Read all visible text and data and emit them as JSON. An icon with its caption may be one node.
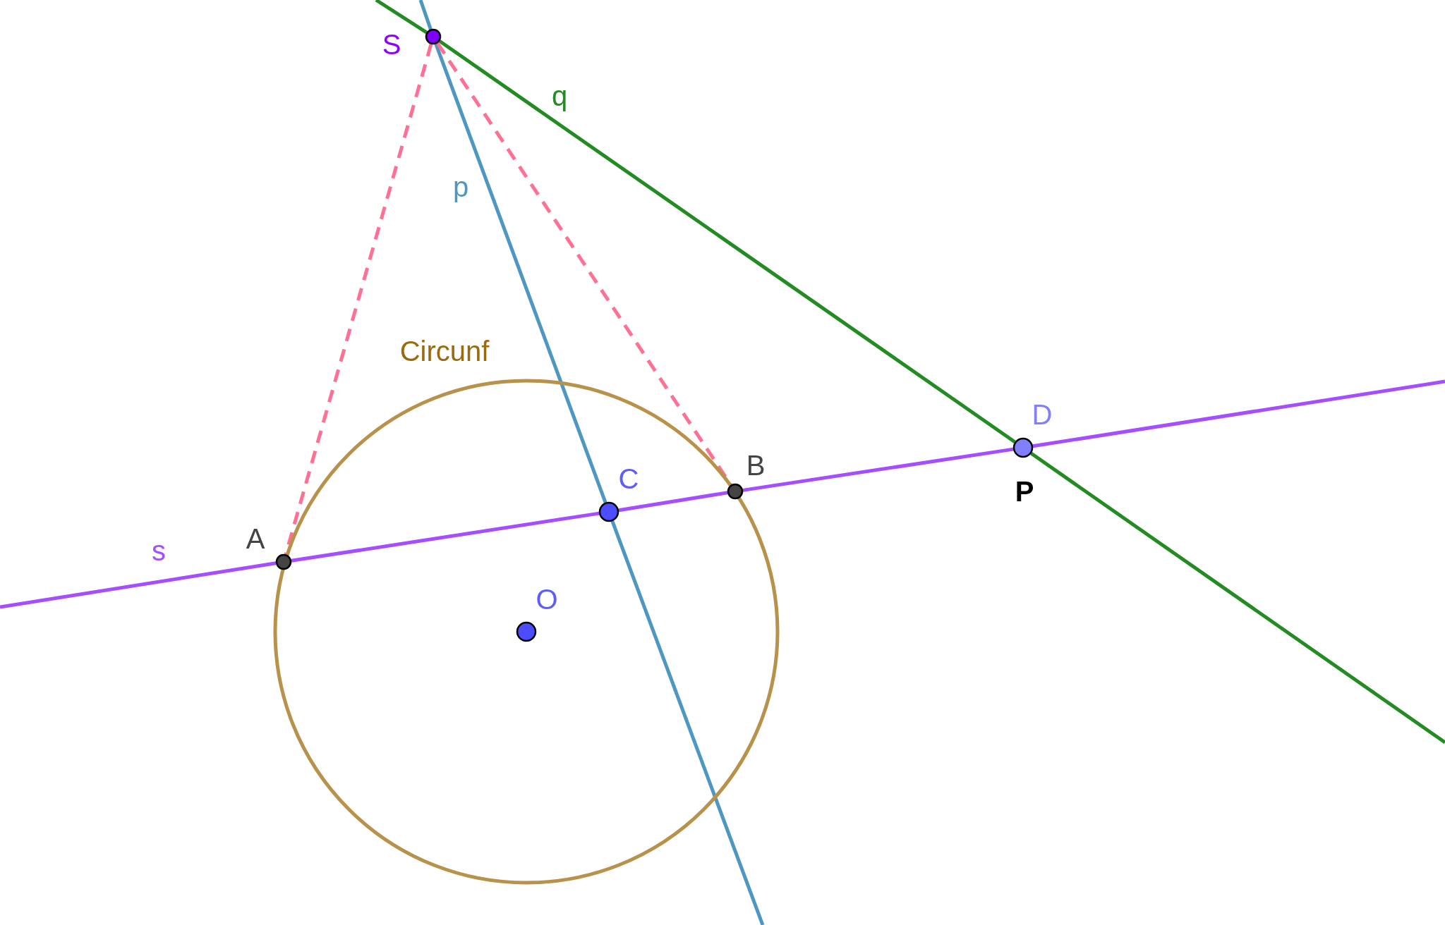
{
  "diagram": {
    "nodes": [
      {
        "text": [
          "S"
        ]
      },
      {
        "text": [
          "Circunf"
        ]
      },
      {
        "text": [
          "B"
        ]
      },
      {
        "text": [
          "C"
        ],
        "in": 1
      },
      {
        "text": [
          "D"
        ],
        "beside": [
          "P"
        ]
      },
      {
        "text": [
          "A"
        ]
      },
      {
        "text": [
          "O"
        ],
        "in": 1
      }
    ],
    "edges": [
      {
        "from": null,
        "to": 0,
        "arrow": "none",
        "color": "#228b22"
      },
      {
        "from": 0,
        "to": 4,
        "arrow": "none",
        "label": "q",
        "color": "#228b22"
      },
      {
        "from": 4,
        "to": null,
        "arrow": "none",
        "color": "#228b22"
      },
      {
        "from": null,
        "to": 0,
        "arrow": "none",
        "color": "#4f97c3"
      },
      {
        "from": 0,
        "to": 3,
        "arrow": "none",
        "label": "p",
        "color": "#4f97c3"
      },
      {
        "from": 3,
        "to": null,
        "arrow": "none",
        "color": "#4f97c3"
      },
      {
        "from": null,
        "to": 5,
        "arrow": "none",
        "label": "s",
        "color": "#a64dff"
      },
      {
        "from": 5,
        "to": 3,
        "arrow": "none",
        "color": "#a64dff"
      },
      {
        "from": 3,
        "to": 2,
        "arrow": "none",
        "color": "#a64dff"
      },
      {
        "from": 2,
        "to": 4,
        "arrow": "none",
        "color": "#a64dff"
      },
      {
        "from": 4,
        "to": null,
        "arrow": "none",
        "color": "#a64dff"
      },
      {
        "from": 0,
        "to": 5,
        "arrow": "none",
        "style": "dashed",
        "color": "#ff7094"
      },
      {
        "from": 0,
        "to": 2,
        "arrow": "none",
        "style": "dashed",
        "color": "#ff7094"
      }
    ]
  }
}
